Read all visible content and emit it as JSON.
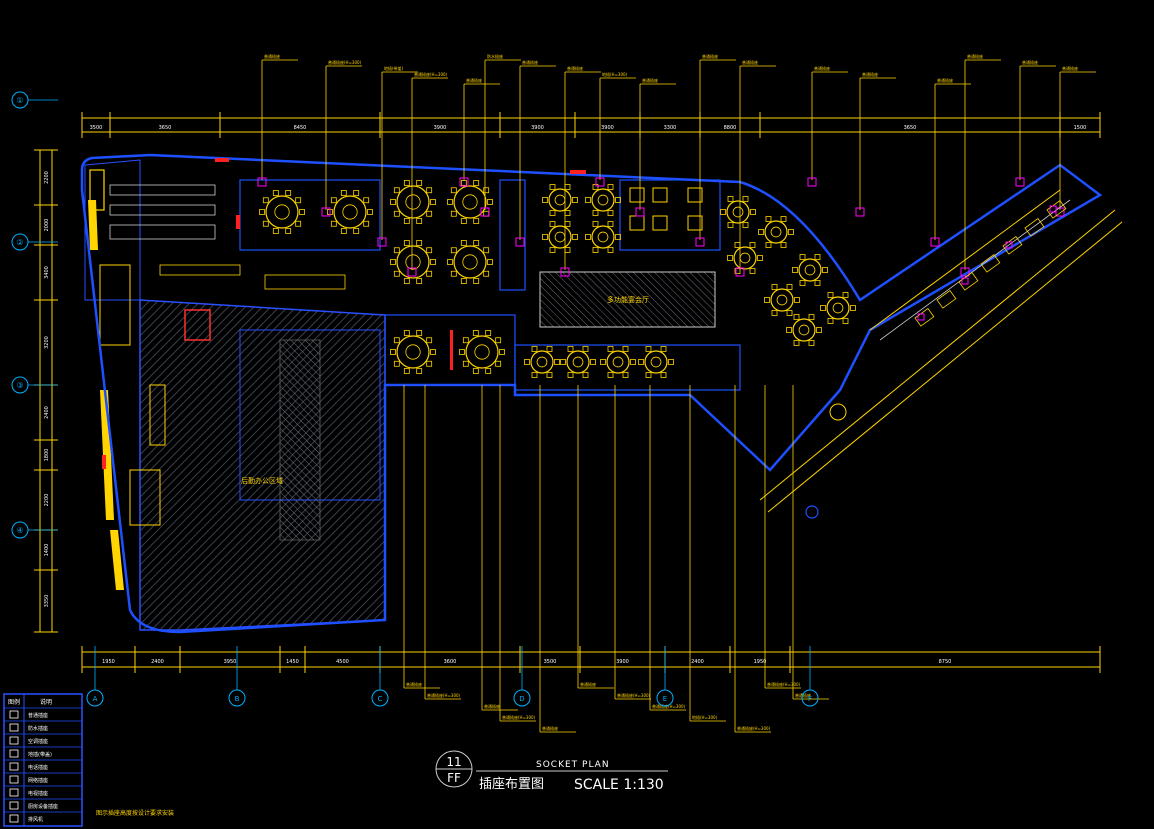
{
  "drawing": {
    "plan_number": "11",
    "floor_code": "FF",
    "subtitle_en": "SOCKET PLAN",
    "title_cn": "插座布置图",
    "scale_text": "SCALE 1:130",
    "bottom_note": "图示插座高度按设计要求安装"
  },
  "colors": {
    "background": "#000000",
    "dimension": "#ffd400",
    "wall": "#1e50ff",
    "socket": "#ff00ff",
    "accent": "#ff2020",
    "hatch": "#2a2f3a",
    "axis": "#00b0ff",
    "text": "#ffffff"
  },
  "legend": {
    "header_col1": "图例",
    "header_col2": "说明",
    "rows": [
      {
        "symbol": "socket-icon",
        "label": "普通插座"
      },
      {
        "symbol": "socket-icon",
        "label": "防水插座"
      },
      {
        "symbol": "socket-icon",
        "label": "空调插座"
      },
      {
        "symbol": "floor-socket-icon",
        "label": "地插(带盖)"
      },
      {
        "symbol": "socket-icon",
        "label": "电话插座"
      },
      {
        "symbol": "socket-icon",
        "label": "网络插座"
      },
      {
        "symbol": "socket-icon",
        "label": "电视插座"
      },
      {
        "symbol": "socket-icon",
        "label": "厨房设备插座"
      },
      {
        "symbol": "socket-icon",
        "label": "排风机"
      }
    ]
  },
  "callouts_top": [
    "普通插座",
    "普通插座(H=300)",
    "地插(带盖)",
    "普通插座(H=300)",
    "普通插座",
    "防水插座",
    "普通插座",
    "普通插座",
    "地插(H=300)",
    "普通插座",
    "普通插座",
    "普通插座",
    "普通插座",
    "普通插座",
    "普通插座",
    "普通插座",
    "普通插座"
  ],
  "callouts_bottom": [
    "普通插座",
    "普通插座(H=300)",
    "普通插座",
    "普通插座(H=300)",
    "普通插座",
    "普通插座",
    "普通插座(H=300)",
    "普通插座(H=300)",
    "地插(H=300)",
    "普通插座(H=300)",
    "普通插座(H=300)"
  ],
  "room_labels": [
    "多功能宴会厅",
    "后勤办公区域"
  ],
  "axis_markers_left": [
    "①",
    "②",
    "③",
    "④"
  ],
  "axis_markers_bottom": [
    "A",
    "B",
    "C",
    "D",
    "E",
    "F"
  ],
  "dim_top": [
    "3500",
    "3650",
    "8450",
    "3900",
    "3900",
    "3900",
    "3300",
    "8800",
    "3650",
    "1500"
  ],
  "dim_bottom": [
    "1950",
    "2400",
    "3950",
    "1450",
    "4500",
    "3600",
    "3500",
    "3900",
    "2400",
    "1950",
    "8750"
  ],
  "dim_left": [
    "2200",
    "2000",
    "3400",
    "3200",
    "2400",
    "1800",
    "2200",
    "1400",
    "3350"
  ]
}
